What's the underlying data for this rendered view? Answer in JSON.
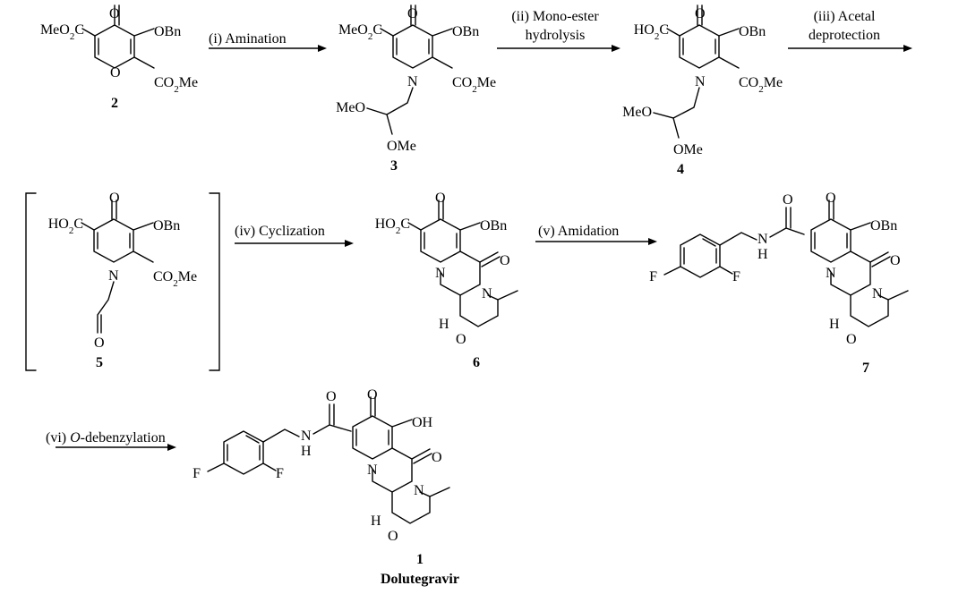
{
  "scheme": {
    "compounds": [
      {
        "id": "2",
        "substituents": [
          "MeO2C",
          "OBn",
          "CO2Me",
          "O",
          "O"
        ]
      },
      {
        "id": "3",
        "substituents": [
          "MeO2C",
          "OBn",
          "CO2Me",
          "N",
          "O",
          "MeO",
          "OMe"
        ]
      },
      {
        "id": "4",
        "substituents": [
          "HO2C",
          "OBn",
          "CO2Me",
          "N",
          "O",
          "MeO",
          "OMe"
        ]
      },
      {
        "id": "5",
        "substituents": [
          "HO2C",
          "OBn",
          "CO2Me",
          "N",
          "O",
          "O"
        ]
      },
      {
        "id": "6",
        "substituents": [
          "HO2C",
          "OBn",
          "O",
          "O",
          "N",
          "N",
          "H",
          "O"
        ]
      },
      {
        "id": "7",
        "substituents": [
          "F",
          "F",
          "N",
          "H",
          "O",
          "O",
          "OBn",
          "O",
          "N",
          "N",
          "H",
          "O"
        ]
      },
      {
        "id": "1",
        "name": "Dolutegravir",
        "substituents": [
          "F",
          "F",
          "N",
          "H",
          "O",
          "O",
          "OH",
          "O",
          "N",
          "N",
          "H",
          "O"
        ]
      }
    ],
    "steps": [
      {
        "label": "(i) Amination"
      },
      {
        "label_line1": "(ii) Mono-ester",
        "label_line2": "hydrolysis"
      },
      {
        "label_line1": "(iii) Acetal",
        "label_line2": "deprotection"
      },
      {
        "label": "(iv) Cyclization"
      },
      {
        "label": "(v) Amidation"
      },
      {
        "label_prefix": "(vi) ",
        "label_italic": "O",
        "label_suffix": "-debenzylation"
      }
    ]
  }
}
